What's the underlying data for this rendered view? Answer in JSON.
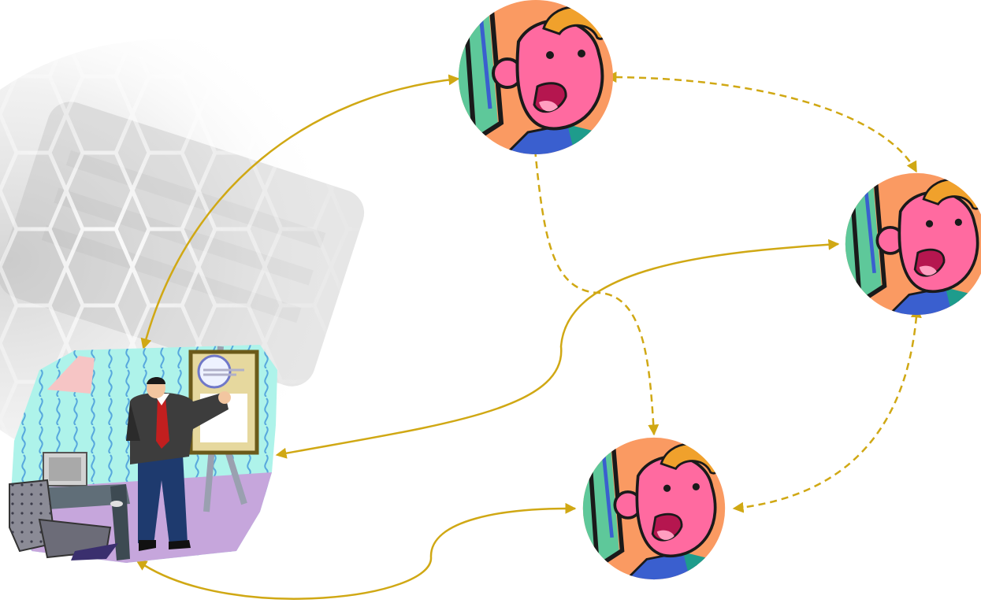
{
  "diagram": {
    "type": "network",
    "nodes": [
      {
        "id": "presenter",
        "kind": "presenter-clipart"
      },
      {
        "id": "user-top",
        "kind": "face-clipart"
      },
      {
        "id": "user-right",
        "kind": "face-clipart"
      },
      {
        "id": "user-bottom",
        "kind": "face-clipart"
      }
    ],
    "edges": [
      {
        "from": "presenter",
        "to": "user-top",
        "style": "solid",
        "bidirectional": true
      },
      {
        "from": "presenter",
        "to": "user-right",
        "style": "solid",
        "bidirectional": true
      },
      {
        "from": "presenter",
        "to": "user-bottom",
        "style": "solid",
        "bidirectional": true
      },
      {
        "from": "user-top",
        "to": "user-right",
        "style": "dashed",
        "bidirectional": true
      },
      {
        "from": "user-top",
        "to": "user-bottom",
        "style": "dashed",
        "bidirectional": true
      },
      {
        "from": "user-right",
        "to": "user-bottom",
        "style": "dashed",
        "bidirectional": true
      }
    ]
  },
  "colors": {
    "arrow": "#d0a814",
    "face_skin": "#ff6aa0",
    "face_bg": "#fa9a62",
    "hair": "#f0a12c",
    "monitor": "#5ec89a",
    "room_wall": "#aef3ea",
    "room_floor": "#c6a6dc"
  }
}
